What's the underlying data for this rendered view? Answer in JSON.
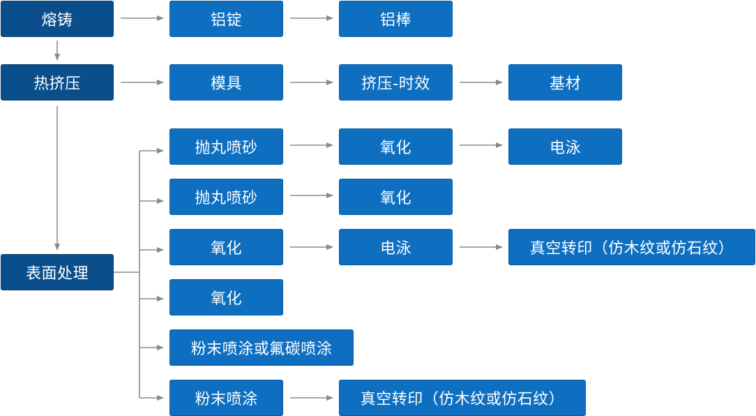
{
  "colors": {
    "primary_node": "#0a4f8c",
    "step_node": "#0e6fc1",
    "arrow": "#8a8a8a"
  },
  "nodes": {
    "casting": "熔铸",
    "ingot": "铝锭",
    "rod": "铝棒",
    "hot_extrusion": "热挤压",
    "mold": "模具",
    "extrusion_aging": "挤压-时效",
    "substrate": "基材",
    "surface_treatment": "表面处理",
    "r1_blast": "抛丸喷砂",
    "r1_oxidation": "氧化",
    "r1_electrophoresis": "电泳",
    "r2_blast": "抛丸喷砂",
    "r2_oxidation": "氧化",
    "r3_oxidation": "氧化",
    "r3_electrophoresis": "电泳",
    "r3_vacuum_print": "真空转印（仿木纹或仿石纹）",
    "r4_oxidation": "氧化",
    "r5_powder_fluoro": "粉末喷涂或氟碳喷涂",
    "r6_powder": "粉末喷涂",
    "r6_vacuum_print": "真空转印（仿木纹或仿石纹）"
  }
}
